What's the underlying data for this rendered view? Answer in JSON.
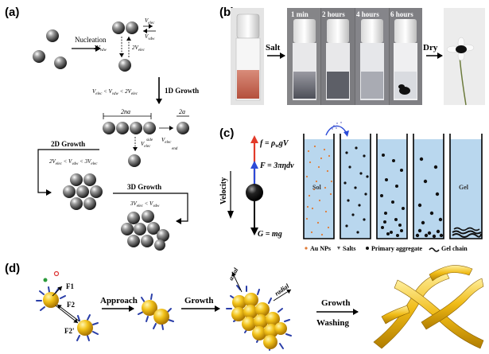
{
  "panel_labels": {
    "a": "(a)",
    "b": "(b)",
    "c": "(c)",
    "d": "(d)"
  },
  "panel_a": {
    "nucleation": "Nucleation",
    "v_elec_sub": "elec",
    "v_vdw_sub": "vdw",
    "two_v": "2V",
    "cond_1d": "V",
    "growth_1d": "1D Growth",
    "growth_2d": "2D Growth",
    "growth_3d": "3D Growth",
    "len_2na": "2na",
    "len_2a": "2a",
    "side": "side",
    "end": "end"
  },
  "panel_b": {
    "salt": "Salt",
    "dry": "Dry",
    "times": [
      "1 min",
      "2 hours",
      "4 hours",
      "6 hours"
    ]
  },
  "panel_c": {
    "velocity": "Velocity",
    "sol": "Sol",
    "gel": "Gel",
    "legend": [
      "Au NPs",
      "Salts",
      "Primary aggregate",
      "Gel chain"
    ],
    "colors": {
      "blue_arrow": "#2b4bd8",
      "red_arrow": "#e23b2a",
      "vial_fill": "#b9d7ee",
      "np_orange": "#e07a35"
    }
  },
  "panel_d": {
    "f1": "F1",
    "f2": "F2",
    "f2p": "F2'",
    "approach": "Approach",
    "growth": "Growth",
    "growth2": "Growth",
    "washing": "Washing",
    "axial": "axial",
    "radial": "radial",
    "colors": {
      "gold": "#f2c21a",
      "ligand": "#2a3ea8"
    }
  }
}
